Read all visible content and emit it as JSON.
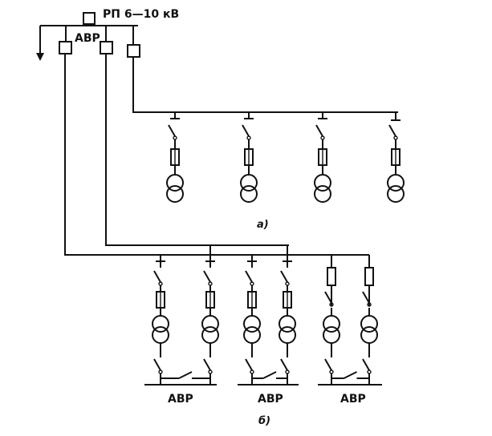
{
  "diagram": {
    "title": "РП 6—10 кВ",
    "avr_main": "АВР",
    "caption_a": "а)",
    "caption_b": "б)",
    "avr_low": [
      "АВР",
      "АВР",
      "АВР"
    ]
  }
}
